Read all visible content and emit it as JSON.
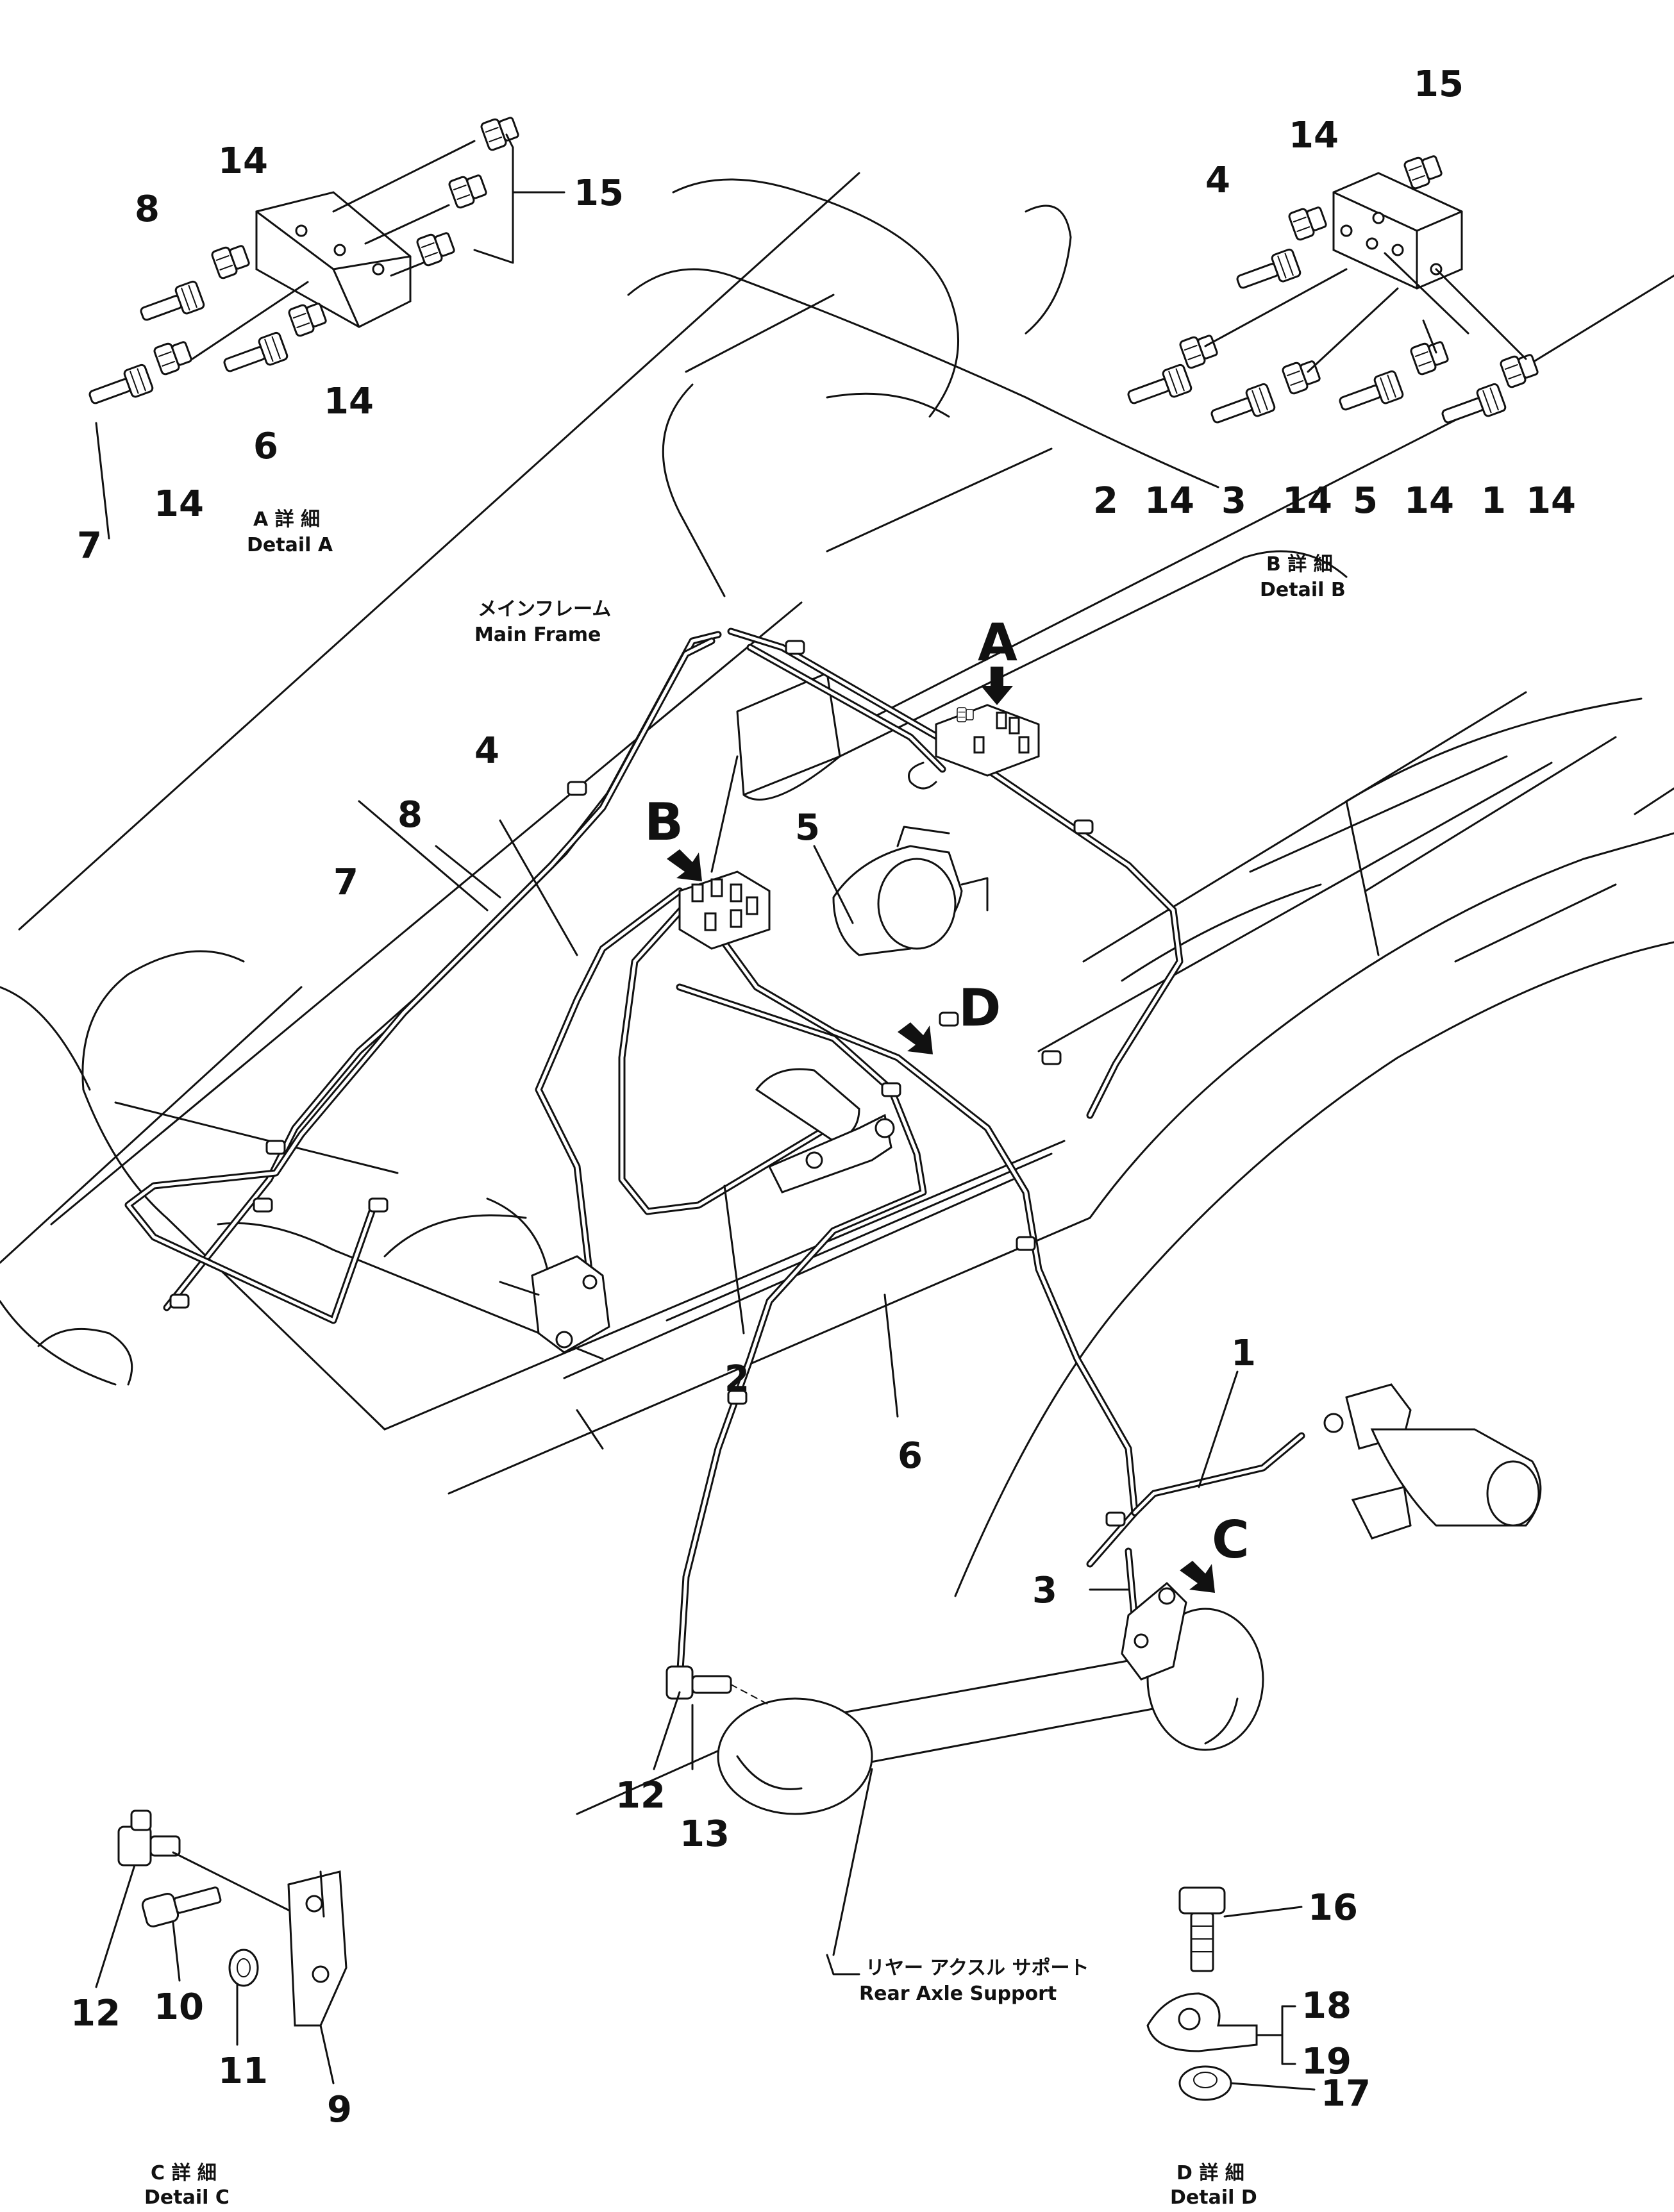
{
  "labels": {
    "detail_a": {
      "jp": "A 詳 細",
      "en": "Detail A"
    },
    "detail_b": {
      "jp": "B 詳 細",
      "en": "Detail B"
    },
    "detail_c": {
      "jp": "C 詳 細",
      "en": "Detail C"
    },
    "detail_d": {
      "jp": "D 詳 細",
      "en": "Detail D"
    },
    "main_frame": {
      "jp": "メインフレーム",
      "en": "Main Frame"
    },
    "rear_axle_support": {
      "jp": "リヤー アクスル サポート",
      "en": "Rear Axle Support"
    }
  },
  "view_letters": {
    "a": "A",
    "b": "B",
    "c": "C",
    "d": "D"
  },
  "callouts": {
    "n1": "1",
    "n2": "2",
    "n3": "3",
    "n4": "4",
    "n5": "5",
    "n6": "6",
    "n7": "7",
    "n8": "8",
    "n9": "9",
    "n10": "10",
    "n11": "11",
    "n12": "12",
    "n13": "13",
    "n14": "14",
    "n15": "15",
    "n16": "16",
    "n17": "17",
    "n18": "18",
    "n19": "19"
  }
}
